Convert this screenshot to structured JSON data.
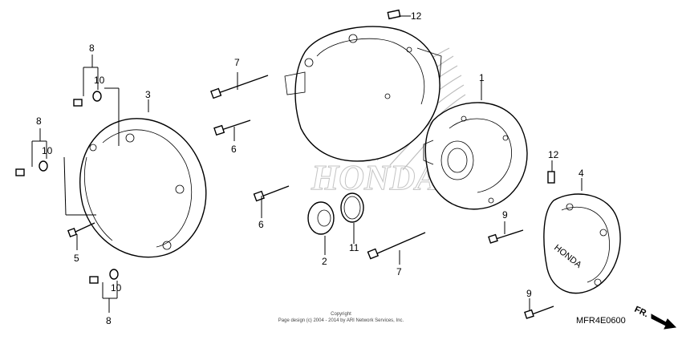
{
  "watermark_brand": "HONDA",
  "cover_logo": "HONDA",
  "callouts": {
    "c1": "1",
    "c2": "2",
    "c3": "3",
    "c4": "4",
    "c5": "5",
    "c6a": "6",
    "c6b": "6",
    "c7a": "7",
    "c7b": "7",
    "c8a": "8",
    "c8b": "8",
    "c8c": "8",
    "c9a": "9",
    "c9b": "9",
    "c10a": "10",
    "c10b": "10",
    "c10c": "10",
    "c11": "11",
    "c12a": "12",
    "c12b": "12"
  },
  "copyright_heading": "Copyright",
  "copyright_text": "Page design (c) 2004 - 2014 by ARI Network Services, Inc.",
  "diagram_code": "MFR4E0600",
  "direction_label": "FR."
}
